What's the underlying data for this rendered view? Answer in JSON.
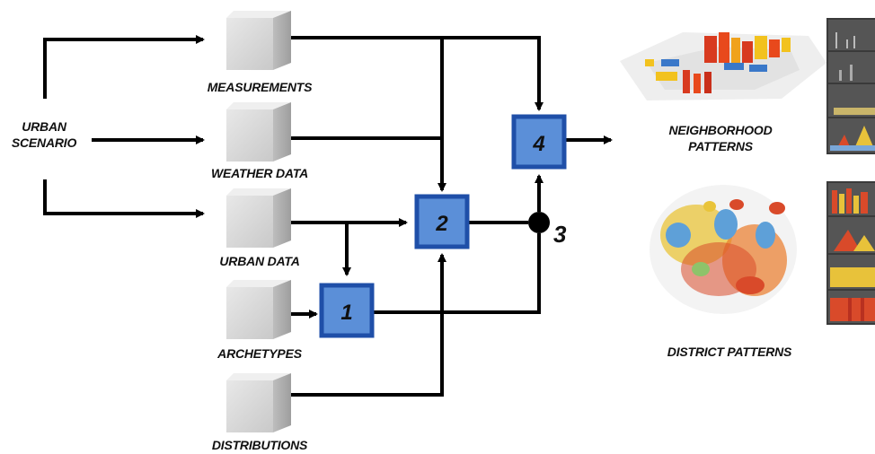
{
  "inputs": {
    "scenario": {
      "line1": "URBAN",
      "line2": "SCENARIO"
    },
    "measurements": "MEASUREMENTS",
    "weather_data": "WEATHER DATA",
    "urban_data": "URBAN DATA",
    "archetypes": "ARCHETYPES",
    "distributions": "DISTRIBUTIONS"
  },
  "steps": {
    "step1": "1",
    "step2": "2",
    "step3": "3",
    "step4": "4"
  },
  "outputs": {
    "neighborhood": {
      "line1": "NEIGHBORHOOD",
      "line2": "PATTERNS"
    },
    "district": "DISTRICT PATTERNS"
  },
  "colors": {
    "step_box_fill": "#5b8fd8",
    "step_box_border": "#1f4fa8",
    "arrow": "#000000",
    "cube_front": "#d9d9d9",
    "cube_side": "#b3b3b3",
    "cube_top": "#ececec"
  }
}
